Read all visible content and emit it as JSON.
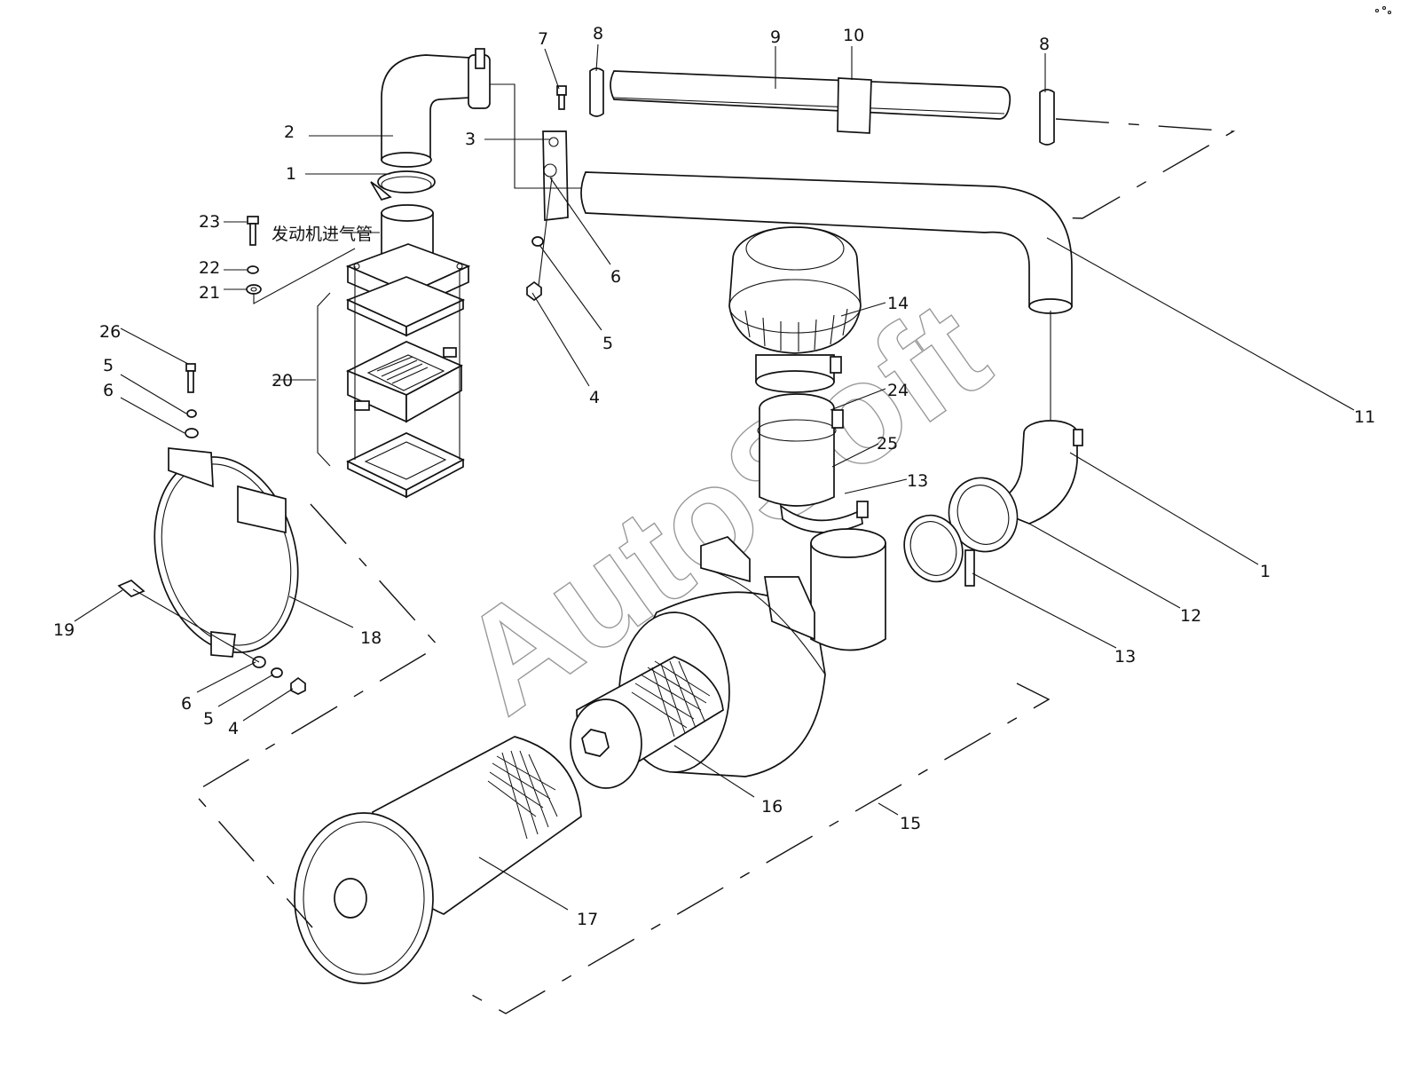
{
  "diagram": {
    "watermark": "AutoSoft",
    "engine_intake_label": "发动机进气管",
    "callouts": {
      "c1a": "1",
      "c1b": "1",
      "c2": "2",
      "c3": "3",
      "c4a": "4",
      "c4b": "4",
      "c5a": "5",
      "c5b": "5",
      "c5c": "5",
      "c6a": "6",
      "c6b": "6",
      "c6c": "6",
      "c7": "7",
      "c8a": "8",
      "c8b": "8",
      "c9": "9",
      "c10": "10",
      "c11": "11",
      "c12": "12",
      "c13a": "13",
      "c13b": "13",
      "c14": "14",
      "c15": "15",
      "c16": "16",
      "c17": "17",
      "c18": "18",
      "c19": "19",
      "c20": "20",
      "c21": "21",
      "c22": "22",
      "c23": "23",
      "c24": "24",
      "c25": "25",
      "c26": "26"
    }
  }
}
